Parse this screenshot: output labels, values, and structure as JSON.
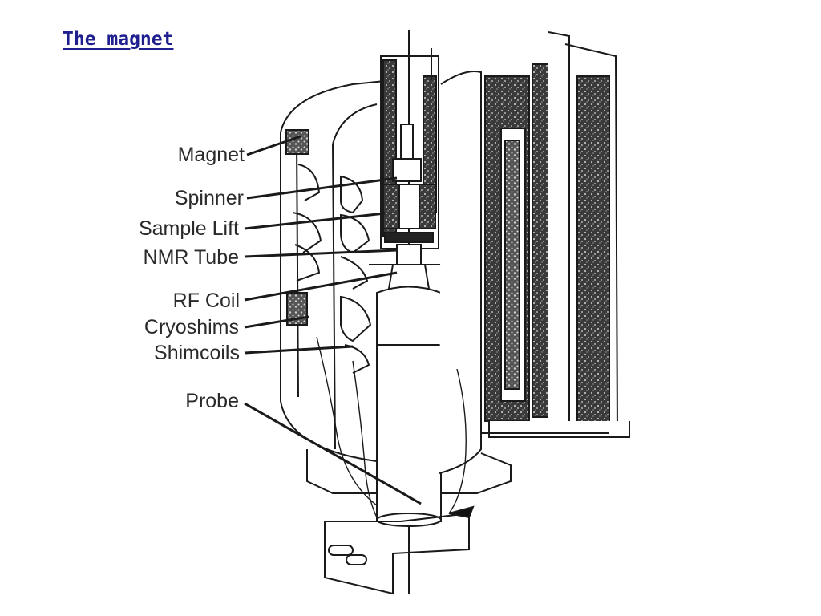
{
  "slide": {
    "title": "The magnet"
  },
  "diagram": {
    "labels": [
      {
        "id": "magnet",
        "text": "Magnet"
      },
      {
        "id": "spinner",
        "text": "Spinner"
      },
      {
        "id": "sample-lift",
        "text": "Sample Lift"
      },
      {
        "id": "nmr-tube",
        "text": "NMR Tube"
      },
      {
        "id": "rf-coil",
        "text": "RF Coil"
      },
      {
        "id": "cryoshims",
        "text": "Cryoshims"
      },
      {
        "id": "shimcoils",
        "text": "Shimcoils"
      },
      {
        "id": "probe",
        "text": "Probe"
      }
    ]
  }
}
